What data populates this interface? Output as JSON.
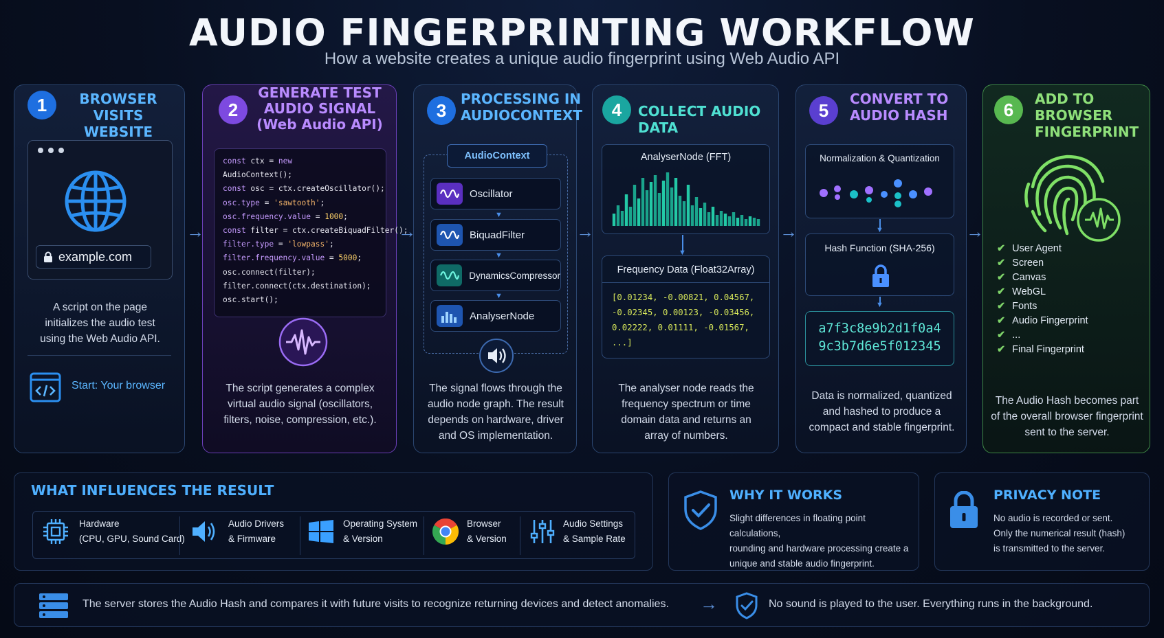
{
  "header": {
    "title": "AUDIO FINGERPRINTING WORKFLOW",
    "subtitle": "How a website creates a unique audio fingerprint using Web Audio API"
  },
  "steps": [
    {
      "num": "1",
      "title_l1": "BROWSER",
      "title_l2": "VISITS WEBSITE",
      "url": "example.com",
      "desc_l1": "A script on the page",
      "desc_l2": "initializes the audio test",
      "desc_l3": "using the Web Audio API.",
      "start": "Start: Your browser"
    },
    {
      "num": "2",
      "title_l1": "GENERATE TEST",
      "title_l2": "AUDIO SIGNAL",
      "title_l3": "(Web Audio API)",
      "desc_l1": "The script generates a complex",
      "desc_l2": "virtual audio signal (oscillators,",
      "desc_l3": "filters, noise, compression, etc.)."
    },
    {
      "num": "3",
      "title_l1": "PROCESSING IN",
      "title_l2": "AUDIOCONTEXT",
      "context": "AudioContext",
      "nodes": [
        "Oscillator",
        "BiquadFilter",
        "DynamicsCompressor",
        "AnalyserNode"
      ],
      "desc_l1": "The signal flows through the",
      "desc_l2": "audio node graph. The result",
      "desc_l3": "depends on hardware, driver",
      "desc_l4": "and OS implementation."
    },
    {
      "num": "4",
      "title_l1": "COLLECT AUDIO DATA",
      "analyser": "AnalyserNode (FFT)",
      "freq": "Frequency Data (Float32Array)",
      "arr_l1": "[0.01234, -0.00821, 0.04567,",
      "arr_l2": "-0.02345, 0.00123, -0.03456,",
      "arr_l3": "0.02222, 0.01111, -0.01567,",
      "arr_l4": "...]",
      "desc_l1": "The analyser node reads the",
      "desc_l2": "frequency spectrum or time",
      "desc_l3": "domain data and returns an",
      "desc_l4": "array of numbers."
    },
    {
      "num": "5",
      "title_l1": "CONVERT TO",
      "title_l2": "AUDIO HASH",
      "norm": "Normalization & Quantization",
      "hashfn": "Hash Function (SHA-256)",
      "hash_l1": "a7f3c8e9b2d1f0a4",
      "hash_l2": "9c3b7d6e5f012345",
      "desc_l1": "Data is normalized, quantized",
      "desc_l2": "and hashed to produce a",
      "desc_l3": "compact and stable fingerprint."
    },
    {
      "num": "6",
      "title_l1": "ADD TO BROWSER",
      "title_l2": "FINGERPRINT",
      "items": [
        "User Agent",
        "Screen",
        "Canvas",
        "WebGL",
        "Fonts",
        "Audio Fingerprint",
        "...",
        "Final Fingerprint"
      ],
      "desc_l1": "The Audio Hash becomes part",
      "desc_l2": "of the overall browser fingerprint",
      "desc_l3": "sent to the server."
    }
  ],
  "code": {
    "l1a": "const",
    "l1b": " ctx = ",
    "l1c": "new",
    "l2": "AudioContext();",
    "l3a": "const",
    "l3b": " osc = ctx.createOscillator();",
    "l4a": "osc.type",
    "l4b": " = ",
    "l4c": "'sawtooth'",
    "l4d": ";",
    "l5a": "osc.frequency.value",
    "l5b": " = ",
    "l5c": "1000",
    "l5d": ";",
    "l6a": "const",
    "l6b": " filter = ctx.createBiquadFilter();",
    "l7a": "filter.type",
    "l7b": " = ",
    "l7c": "'lowpass'",
    "l7d": ";",
    "l8a": "filter.frequency.value",
    "l8b": " = ",
    "l8c": "5000",
    "l8d": ";",
    "l9": "osc.connect(filter);",
    "l10": "filter.connect(ctx.destination);",
    "l11": "osc.start();"
  },
  "influences": {
    "title": "WHAT INFLUENCES THE RESULT",
    "items": [
      {
        "l1": "Hardware",
        "l2": "(CPU, GPU, Sound Card)"
      },
      {
        "l1": "Audio Drivers",
        "l2": "& Firmware"
      },
      {
        "l1": "Operating System",
        "l2": "& Version"
      },
      {
        "l1": "Browser",
        "l2": "& Version"
      },
      {
        "l1": "Audio Settings",
        "l2": "& Sample Rate"
      }
    ]
  },
  "why": {
    "title": "WHY IT WORKS",
    "l1": "Slight differences in floating point calculations,",
    "l2": "rounding and hardware processing create a",
    "l3": "unique and stable audio fingerprint."
  },
  "privacy": {
    "title": "PRIVACY NOTE",
    "l1": "No audio is recorded or sent.",
    "l2": "Only the numerical result (hash)",
    "l3": "is transmitted to the server."
  },
  "footer": {
    "server": "The server stores the Audio Hash and compares it with future visits to recognize returning devices and detect anomalies.",
    "nosound": "No sound is played to the user. Everything runs in the background."
  },
  "colors": {
    "blue": "#1e6fe0",
    "purple": "#7d4ae0",
    "teal": "#1aa6a0",
    "green": "#58b850",
    "accent": "#4fb0ff"
  }
}
